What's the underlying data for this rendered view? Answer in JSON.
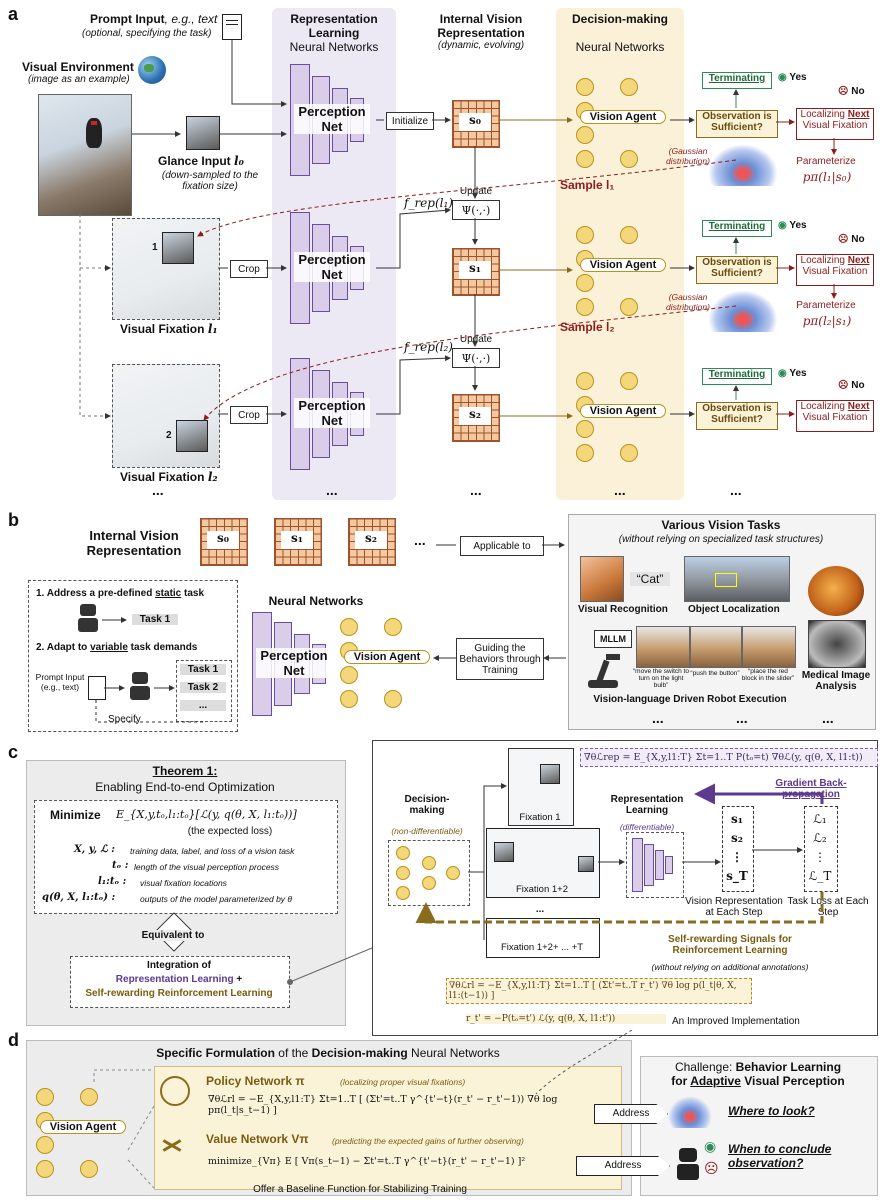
{
  "panel_a": {
    "label": "a",
    "prompt_input": "Prompt Input",
    "prompt_input_eg": ", e.g., text",
    "prompt_input_note": "(optional, specifying the task)",
    "visual_env": "Visual Environment",
    "visual_env_note": "(image as an example)",
    "glance_input": "Glance Input",
    "glance_sym": "l₀",
    "glance_note": "(down-sampled to the fixation size)",
    "col_rep_title": "Representation Learning",
    "col_rep_sub": "Neural Networks",
    "col_ivr_title": "Internal Vision Representation",
    "col_ivr_sub": "(dynamic, evolving)",
    "col_dec_title": "Decision-making",
    "col_dec_sub": "Neural Networks",
    "perception_net": "Perception Net",
    "initialize": "Initialize",
    "crop": "Crop",
    "update": "Update",
    "psi": "Ψ(·,·)",
    "frep1": "f_rep(l₁)",
    "frep2": "f_rep(l₂)",
    "s0": "s₀",
    "s1": "s₁",
    "s2": "s₂",
    "vision_agent": "Vision Agent",
    "terminating": "Terminating",
    "yes": "Yes",
    "no": "No",
    "observation_sufficient": "Observation is Sufficient?",
    "localizing_prefix": "Localizing ",
    "localizing_next": "Next",
    "localizing_suffix": "Visual Fixation",
    "gaussian": "(Gaussian distribution)",
    "parameterize": "Parameterize",
    "p0": "pπ(l₁|s₀)",
    "p1": "pπ(l₂|s₁)",
    "sample1": "Sample l₁",
    "sample2": "Sample l₂",
    "fixation1": "Visual Fixation",
    "fixation1_sym": "l₁",
    "fixation2": "Visual Fixation",
    "fixation2_sym": "l₂",
    "fix1_num": "1",
    "fix2_num": "2",
    "ellipsis": "..."
  },
  "panel_b": {
    "label": "b",
    "ivr": "Internal Vision Representation",
    "s0": "s₀",
    "s1": "s₁",
    "s2": "s₂",
    "dots": "...",
    "applicable": "Applicable to",
    "tasks_title": "Various Vision Tasks",
    "tasks_sub": "(without relying on specialized task structures)",
    "cat_quote": "“Cat”",
    "visual_recognition": "Visual Recognition",
    "object_localization": "Object Localization",
    "medical": "Medical Image Analysis",
    "mllm": "MLLM",
    "robot_q1": "“move the switch to turn on the light bulb”",
    "robot_q2": "“push the button”",
    "robot_q3": "“place the red block in the slider”",
    "robot_title": "Vision-language Driven Robot Execution",
    "item1_prefix": "1. Address a pre-defined ",
    "item1_key": "static",
    "item1_suffix": " task",
    "task1": "Task 1",
    "item2_prefix": "2. Adapt to ",
    "item2_key": "variable",
    "item2_suffix": " task demands",
    "task2": "Task 2",
    "prompt": "Prompt Input (e.g., text)",
    "specify": "Specify",
    "neural_networks": "Neural Networks",
    "perception_net": "Perception Net",
    "vision_agent": "Vision Agent",
    "guiding": "Guiding the Behaviors through Training"
  },
  "panel_c": {
    "label": "c",
    "theorem": "Theorem 1:",
    "theorem_sub": "Enabling End-to-end Optimization",
    "minimize": "Minimize",
    "objective": "E_{X,y,tₒ,l₁:tₒ}[ℒ(y, q(θ, X, l₁:tₒ))]",
    "expected_loss": "(the expected loss)",
    "def1_sym": "X, y, ℒ :",
    "def1": "training data, label, and loss of a vision task",
    "def2_sym": "tₒ :",
    "def2": "length of the visual perception process",
    "def3_sym": "l₁:tₒ :",
    "def3": "visual fixation locations",
    "def4_sym": "q(θ, X, l₁:tₒ) :",
    "def4": "outputs of the model parameterized by θ",
    "equivalent": "Equivalent to",
    "integration": "Integration of",
    "rep_learning": "Representation Learning",
    "plus": " +",
    "self_rl": "Self-rewarding Reinforcement Learning",
    "grad_rep": "∇θℒrep = E_{X,y,l1:T} Σt=1..T P(tₒ=t) ∇θℒ(y, q(θ, X, l1:t))",
    "decision": "Decision-making",
    "non_diff": "(non-differentiable)",
    "fix1": "Fixation 1",
    "fix12": "Fixation 1+2",
    "fix12T": "Fixation 1+2+ ... +T",
    "rep_learning2": "Representation Learning",
    "diff": "(differentiable)",
    "gradient": "Gradient Back-propagation",
    "s_items": [
      "s₁",
      "s₂",
      "⋮",
      "s_T"
    ],
    "l_items": [
      "ℒ₁",
      "ℒ₂",
      "⋮",
      "ℒ_T"
    ],
    "vr_each": "Vision Representation at Each Step",
    "tl_each": "Task Loss at Each Step",
    "self_signal": "Self-rewarding Signals for Reinforcement Learning",
    "no_annot": "(without relying on additional annotations)",
    "grad_rl": "∇θℒrl = −E_{X,y,l1:T} Σt=1..T [ (Σt'=t..T r_t') ∇θ log p(l_t|θ, X, l1:(t−1)) ]",
    "reward": "r_t' = −P(tₒ=t') ℒ(y, q(θ, X, l1:t'))",
    "improved": "An Improved Implementation",
    "dots": "..."
  },
  "panel_d": {
    "label": "d",
    "title_prefix": "Specific Formulation",
    "title_mid": " of the ",
    "title_key": "Decision-making",
    "title_suffix": " Neural Networks",
    "vision_agent": "Vision Agent",
    "policy": "Policy Network π",
    "policy_note": "(localizing proper visual fixations)",
    "policy_formula": "∇θℒrl = −E_{X,y,l1:T} Σt=1..T [ (Σt'=t..T γ^{t'−t}(r_t' − r_t'−1)) ∇θ log pπ(l_t|s_t−1) ]",
    "value": "Value Network Vπ",
    "value_note": "(predicting the expected gains of further observing)",
    "value_formula": "minimize_{Vπ}  E [ Vπ(s_t−1) − Σt'=t..T γ^{t'−t}(r_t' − r_t'−1) ]²",
    "baseline": "Offer a Baseline Function for Stabilizing Training",
    "challenge_prefix": "Challenge: ",
    "challenge_key": "Behavior Learning",
    "challenge_line2_prefix": "for ",
    "challenge_line2_key": "Adaptive",
    "challenge_line2_suffix": " Visual Perception",
    "address": "Address",
    "where": "Where to look?",
    "when": "When to conclude observation?"
  }
}
